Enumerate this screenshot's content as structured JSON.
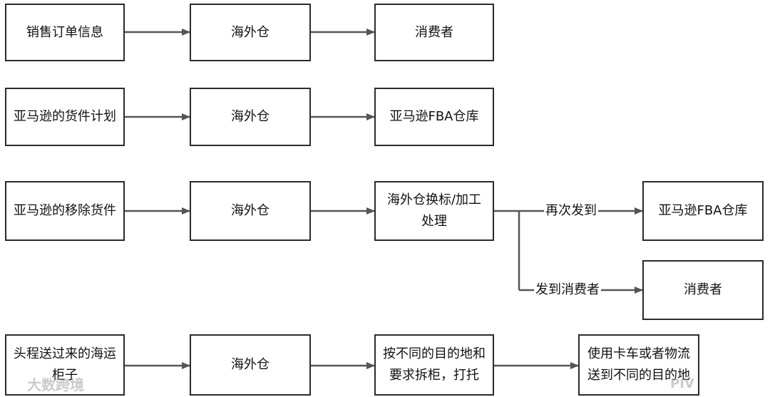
{
  "flows": [
    {
      "steps": [
        "销售订单信息",
        "海外仓",
        "消费者"
      ]
    },
    {
      "steps": [
        "亚马逊的货件计划",
        "海外仓",
        "亚马逊FBA仓库"
      ]
    },
    {
      "steps": [
        "亚马逊的移除货件",
        "海外仓",
        "海外仓换标/加工\n处理"
      ],
      "branches": [
        {
          "label": "再次发到",
          "target": "亚马逊FBA仓库"
        },
        {
          "label": "发到消费者",
          "target": "消费者"
        }
      ]
    },
    {
      "steps": [
        "头程送过来的海运\n柜子",
        "海外仓",
        "按不同的目的地和\n要求拆柜，打托",
        "使用卡车或者物流\n送到不同的目的地"
      ]
    }
  ],
  "watermarks": {
    "left": "大数跨境",
    "right": "PIV"
  },
  "colors": {
    "border": "#2b2b2b",
    "arrow": "#555555"
  }
}
